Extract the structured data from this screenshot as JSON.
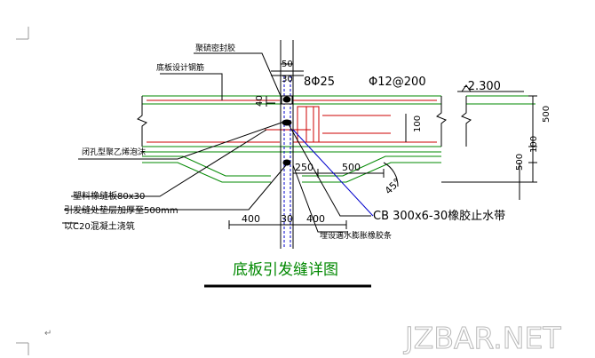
{
  "labels": {
    "sealant_top": "聚硫密封胶",
    "slab_rebar": "底板设计钢筋",
    "closed_cell_board": "闭孔型聚乙烯泡沫",
    "plastic_strip": "塑料橡缝板80x30",
    "cushion_thicken": "引发缝处垫层加厚至500mm",
    "c20_concrete": "以C20混凝土浇筑",
    "embedded_waterstop": "埋设遇水膨胀橡胶条",
    "cb_waterstop": "CB  300x6-30橡胶止水带"
  },
  "dimensions": {
    "d_50": "50",
    "d_30_top": "30",
    "d_40": "40",
    "d_100_inner": "100",
    "d_250": "250",
    "d_500_mid": "500",
    "d_45": "45°",
    "d_400_left": "400",
    "d_30_bottom": "30",
    "d_400_right": "400",
    "d_500_right_top": "500",
    "d_100_right": "100",
    "d_500_right_bottom": "500",
    "rebar_main": "8Φ25",
    "rebar_stirrup": "Φ12@200",
    "elevation": "-2.300"
  },
  "title": "底板引发缝详图",
  "watermark": "JZBAR.NET",
  "colors": {
    "slab_line": "#008800",
    "rebar": "#cc0000",
    "dim_line": "#000000",
    "title": "#008800",
    "cb_line": "#0000cc"
  }
}
